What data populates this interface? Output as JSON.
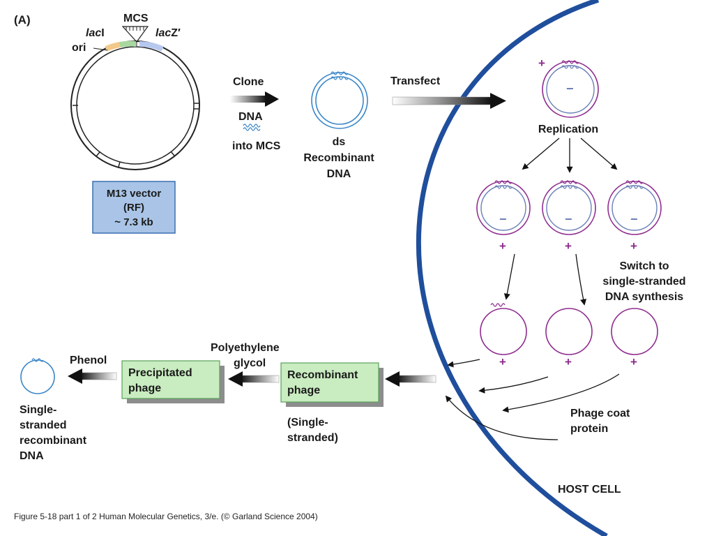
{
  "panel_label": "(A)",
  "vector": {
    "mcs": "MCS",
    "lacI_italic": "lac",
    "lacI_rest": "I",
    "lacZ_italic": "lac",
    "lacZ_rest": "Z′",
    "ori": "ori",
    "box_line1": "M13 vector",
    "box_line2": "(RF)",
    "box_line3": "~ 7.3 kb"
  },
  "clone": {
    "line1": "Clone",
    "line2": "DNA",
    "line3": "into MCS"
  },
  "recombinant_ds": {
    "line1": "ds",
    "line2": "Recombinant",
    "line3": "DNA"
  },
  "transfect": "Transfect",
  "replication": "Replication",
  "switch": {
    "line1": "Switch to",
    "line2": "single-stranded",
    "line3": "DNA synthesis"
  },
  "phage_coat": {
    "line1": "Phage coat",
    "line2": "protein"
  },
  "host_cell": "HOST CELL",
  "recombinant_phage": {
    "line1": "Recombinant",
    "line2": "phage"
  },
  "single_stranded_note": {
    "line1": "(Single-",
    "line2": "stranded)"
  },
  "peg": {
    "line1": "Polyethylene",
    "line2": "glycol"
  },
  "precipitated_phage": {
    "line1": "Precipitated",
    "line2": "phage"
  },
  "phenol": "Phenol",
  "ss_dna": {
    "line1": "Single-",
    "line2": "stranded",
    "line3": "recombinant",
    "line4": "DNA"
  },
  "plus_sign": "+",
  "minus_sign": "−",
  "caption": "Figure 5-18 part 1 of 2  Human Molecular Genetics, 3/e.  (© Garland Science 2004)",
  "colors": {
    "cell_membrane": "#1f4e9c",
    "plus_strand": "#8e2c8e",
    "minus_strand": "#6a7fb5",
    "vector_box": "#a9c4e6",
    "phage_box": "#c9ecc0",
    "ds_dna": "#3a86c8",
    "ori_segment": "#f2c98a",
    "lacI_segment": "#a8d8a0",
    "lacZ_segment": "#b6c8ee"
  }
}
